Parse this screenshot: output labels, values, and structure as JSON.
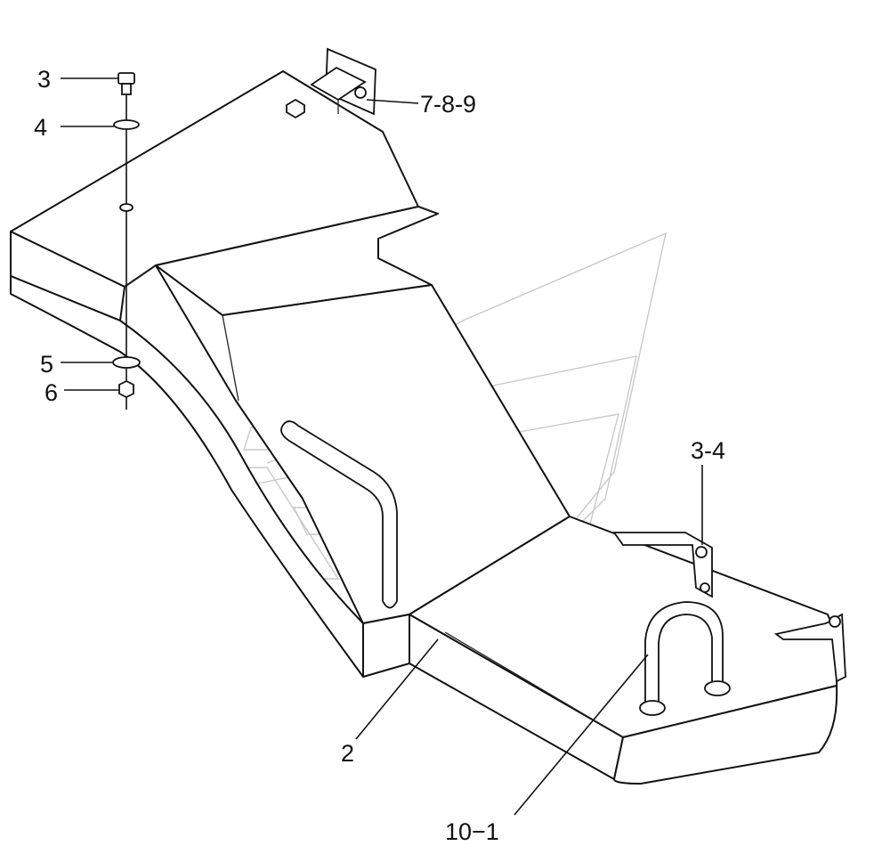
{
  "diagram": {
    "callouts": [
      {
        "id": "c3",
        "text": "3"
      },
      {
        "id": "c4",
        "text": "4"
      },
      {
        "id": "c5",
        "text": "5"
      },
      {
        "id": "c6",
        "text": "6"
      },
      {
        "id": "c789",
        "text": "7-8-9"
      },
      {
        "id": "c34",
        "text": "3-4"
      },
      {
        "id": "c2",
        "text": "2"
      },
      {
        "id": "c101",
        "text": "10−1"
      }
    ]
  }
}
